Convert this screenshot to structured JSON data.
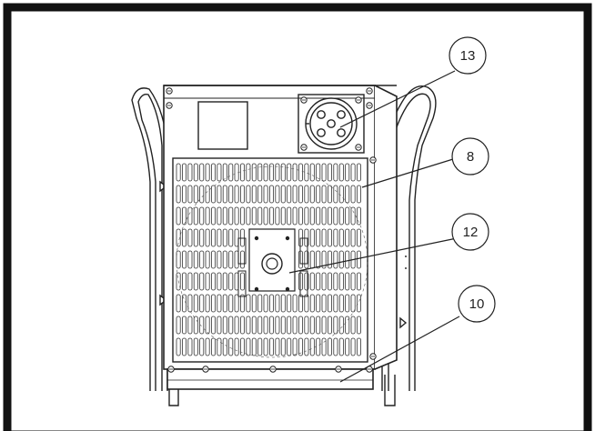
{
  "callouts": [
    {
      "id": "callout-13",
      "label": "13"
    },
    {
      "id": "callout-8",
      "label": "8"
    },
    {
      "id": "callout-12",
      "label": "12"
    },
    {
      "id": "callout-10",
      "label": "10"
    }
  ],
  "colors": {
    "border": "#111111",
    "line": "#222222",
    "background": "#ffffff"
  }
}
